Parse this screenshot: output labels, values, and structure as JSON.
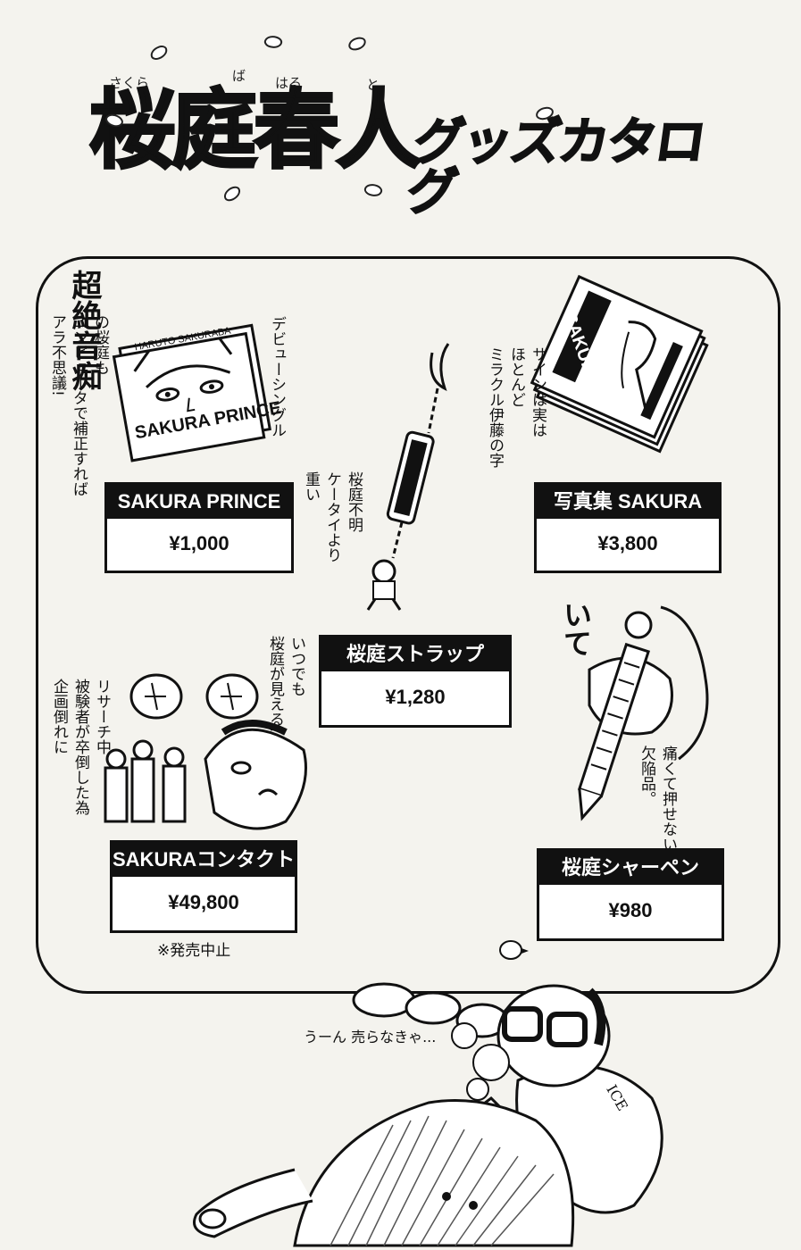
{
  "title": {
    "main": "桜庭春人",
    "suffix": "グッズカタログ",
    "ruby_sakura": "さくら",
    "ruby_ba": "ば",
    "ruby_haru": "はる",
    "ruby_to": "と"
  },
  "items": [
    {
      "label": "SAKURA PRINCE",
      "price": "¥1,000"
    },
    {
      "label": "写真集 SAKURA",
      "price": "¥3,800"
    },
    {
      "label": "桜庭ストラップ",
      "price": "¥1,280"
    },
    {
      "label": "SAKURAコンタクト",
      "price": "¥49,800"
    },
    {
      "label": "桜庭シャーペン",
      "price": "¥980"
    }
  ],
  "cd": {
    "cover_top": "HARUTO SAKURABA",
    "cover_title": "SAKURA PRINCE",
    "side_note": "デビューシングル",
    "note_big": "超絶音痴",
    "note_small": "の桜庭も\nコンピュータで補正すれば\nアラ不思議!"
  },
  "photobook": {
    "cover_title": "SAKURA",
    "note": "サインは実は\nほとんど\nミラクル伊藤の字"
  },
  "strap": {
    "note": "桜庭不明\nケータイより\n重い"
  },
  "contact": {
    "note_left": "リサーチ中\n被験者が卒倒した為\n企画倒れに",
    "note_right": "いつでも\n桜庭が見える!",
    "footnote": "※発売中止"
  },
  "pencil": {
    "sfx": "いて",
    "note": "痛くて押せない\n欠陥品。"
  },
  "bottom": {
    "mumble": "うーん 売らなきゃ...",
    "pillow_text": "ICE"
  }
}
